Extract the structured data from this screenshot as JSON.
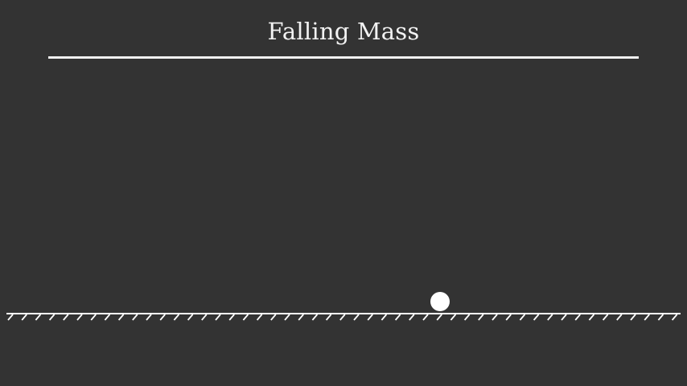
{
  "title": "Falling Mass",
  "colors": {
    "background": "#333333",
    "foreground": "#ffffff"
  },
  "scene": {
    "ground": "ground-hatched-surface",
    "mass": "point-mass-ball"
  }
}
